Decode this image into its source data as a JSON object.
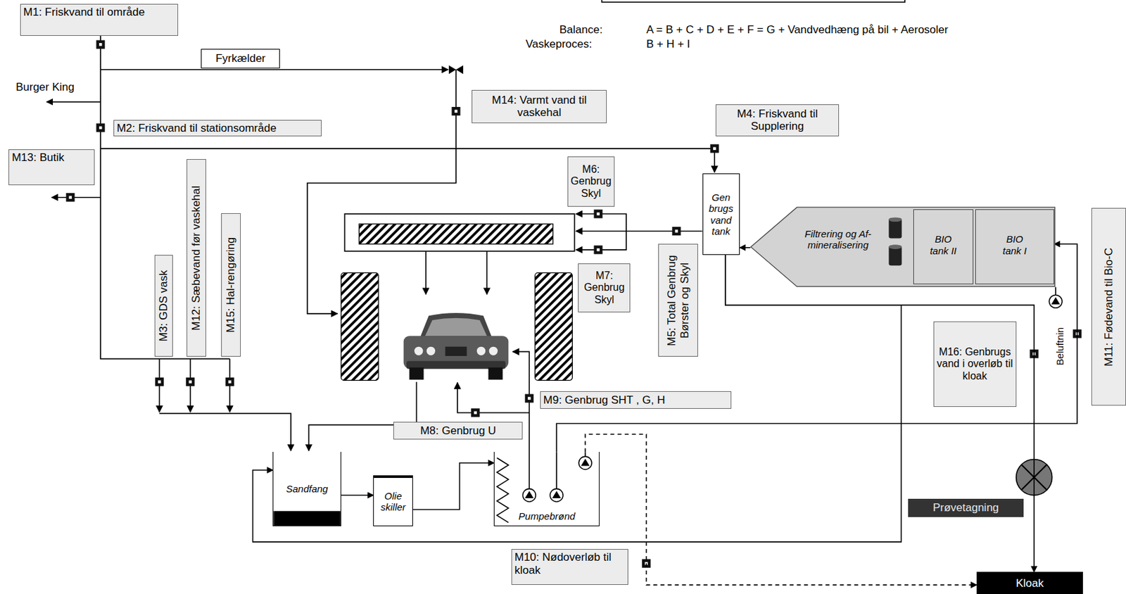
{
  "diagram": {
    "nodes": [
      {
        "text": [
          "M1: Friskvand til område"
        ]
      },
      {
        "text": [
          "Fyrkælder"
        ]
      },
      {
        "text": [
          "M14: Varmt vand til vaskehal"
        ]
      },
      {
        "text": [
          "M2: Friskvand til stationsområde"
        ]
      },
      {
        "text": [
          "M4: Friskvand til Supplering"
        ]
      },
      {
        "text": [
          "M13: Butik"
        ]
      },
      {
        "text": [
          "M6: Genbrug Skyl"
        ]
      },
      {
        "text": [
          "Gen brugs vand tank"
        ]
      },
      {
        "text": [
          "Filtrering og Af-mineralisering"
        ]
      },
      {
        "text": [
          "BIO tank II"
        ],
        "in": 8
      },
      {
        "text": [
          "BIO tank I"
        ],
        "in": 8
      },
      {
        "text": [
          "M5: Total Genbrug Børster og Skyl"
        ]
      },
      {
        "text": [
          "M12: Sæbevand før vaskehal"
        ]
      },
      {
        "text": [
          "M3: GDS vask"
        ]
      },
      {
        "text": [
          "M15: Hal-rengøring"
        ]
      },
      {
        "text": [
          "M7: Genbrug Skyl"
        ]
      },
      {
        "text": [
          "M16: Genbrugs vand i overløb til kloak"
        ]
      },
      {
        "text": [
          "M11: Fødevand til Bio-C"
        ]
      },
      {
        "text": [
          "M9: Genbrug SHT , G, H"
        ]
      },
      {
        "text": [
          "M8: Genbrug U"
        ]
      },
      {
        "text": [
          "Sandfang"
        ]
      },
      {
        "text": [
          "Olie skiller"
        ]
      },
      {
        "text": [
          "Pumpebrønd"
        ]
      },
      {
        "text": [
          "M10: Nødoverløb til kloak"
        ]
      },
      {
        "text": [
          "Prøvetagning"
        ]
      },
      {
        "text": [
          "Kloak"
        ]
      }
    ],
    "edges": [
      {
        "from": 8,
        "to": 7,
        "arrow": "to"
      },
      {
        "from": 7,
        "to": 25,
        "arrow": "to"
      },
      {
        "from": 7,
        "to": 20,
        "arrow": "to"
      },
      {
        "from": 20,
        "to": 21,
        "arrow": "to"
      },
      {
        "from": 21,
        "to": 22,
        "arrow": "to"
      },
      {
        "from": 22,
        "to": 10,
        "arrow": "to"
      },
      {
        "from": 22,
        "to": 25,
        "arrow": "to"
      }
    ],
    "labels": [
      "Burger King",
      "Balance:",
      "A = B + C + D + E + F = G + Vandvedhæng på bil + Aerosoler",
      "Vaskeproces:",
      "B + H + I",
      "Beluftnin"
    ]
  }
}
